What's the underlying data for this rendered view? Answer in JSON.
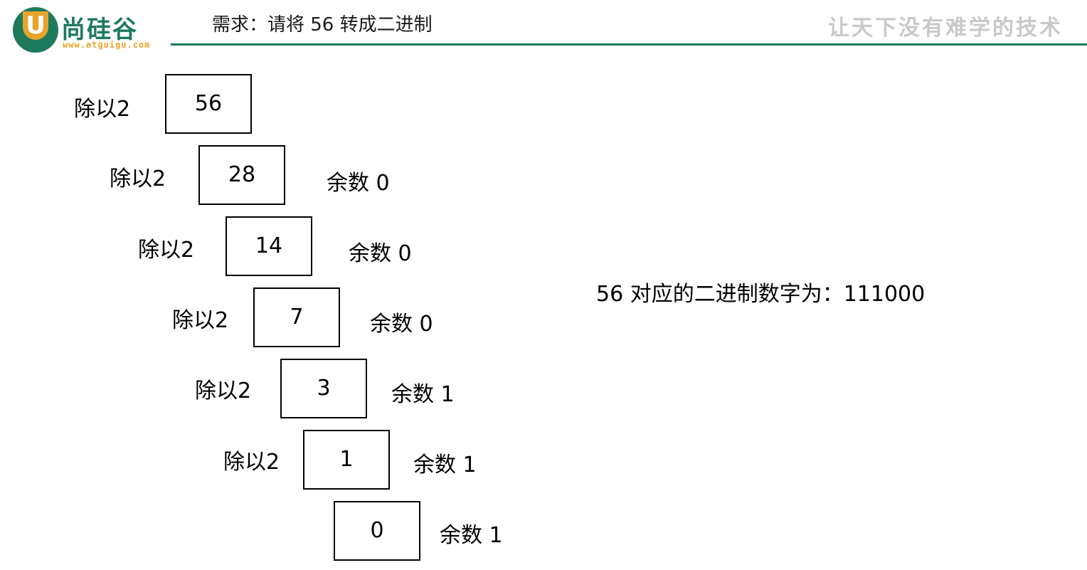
{
  "header": {
    "logo_mark": "U",
    "logo_name": "尚硅谷",
    "logo_url": "www.atguigu.com",
    "title": "需求：请将 56 转成二进制",
    "slogan": "让天下没有难学的技术"
  },
  "diagram": {
    "steps": [
      {
        "value": "56",
        "divide_label": "除以2",
        "remainder_label": ""
      },
      {
        "value": "28",
        "divide_label": "除以2",
        "remainder_label": "余数 0"
      },
      {
        "value": "14",
        "divide_label": "除以2",
        "remainder_label": "余数 0"
      },
      {
        "value": "7",
        "divide_label": "除以2",
        "remainder_label": "余数 0"
      },
      {
        "value": "3",
        "divide_label": "除以2",
        "remainder_label": "余数 1"
      },
      {
        "value": "1",
        "divide_label": "除以2",
        "remainder_label": "余数 1"
      },
      {
        "value": "0",
        "divide_label": "",
        "remainder_label": "余数 1"
      }
    ],
    "result": "56 对应的二进制数字为：111000"
  },
  "colors": {
    "brand_green": "#1e7a5c",
    "brand_orange": "#e8a32b",
    "slogan_gray": "#c9c9c9"
  }
}
